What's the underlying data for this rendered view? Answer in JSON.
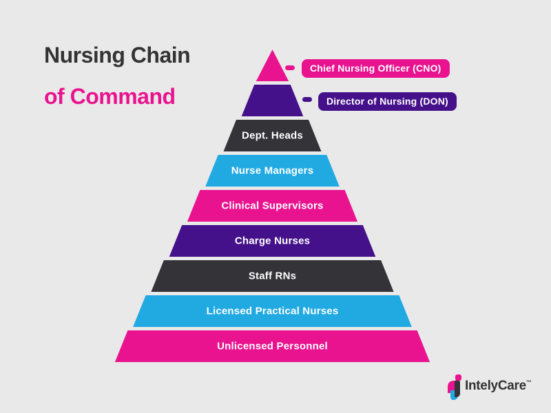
{
  "title": {
    "line1": "Nursing Chain",
    "line2": "of Command"
  },
  "colors": {
    "pink": "#e9138f",
    "purple": "#45118a",
    "dark": "#333338",
    "blue": "#21a9e2",
    "bg": "#e9e9e9",
    "text_dark": "#333333"
  },
  "pyramid": {
    "levels": [
      {
        "label": "",
        "color": "pink"
      },
      {
        "label": "",
        "color": "purple"
      },
      {
        "label": "Dept. Heads",
        "color": "dark"
      },
      {
        "label": "Nurse Managers",
        "color": "blue"
      },
      {
        "label": "Clinical Supervisors",
        "color": "pink"
      },
      {
        "label": "Charge Nurses",
        "color": "purple"
      },
      {
        "label": "Staff RNs",
        "color": "dark"
      },
      {
        "label": "Licensed Practical Nurses",
        "color": "blue"
      },
      {
        "label": "Unlicensed Personnel",
        "color": "pink"
      }
    ]
  },
  "callouts": [
    {
      "label": "Chief Nursing Officer (CNO)",
      "color": "pink"
    },
    {
      "label": "Director of Nursing (DON)",
      "color": "purple"
    }
  ],
  "logo": {
    "brand": "IntelyCare",
    "trademark": "™"
  }
}
